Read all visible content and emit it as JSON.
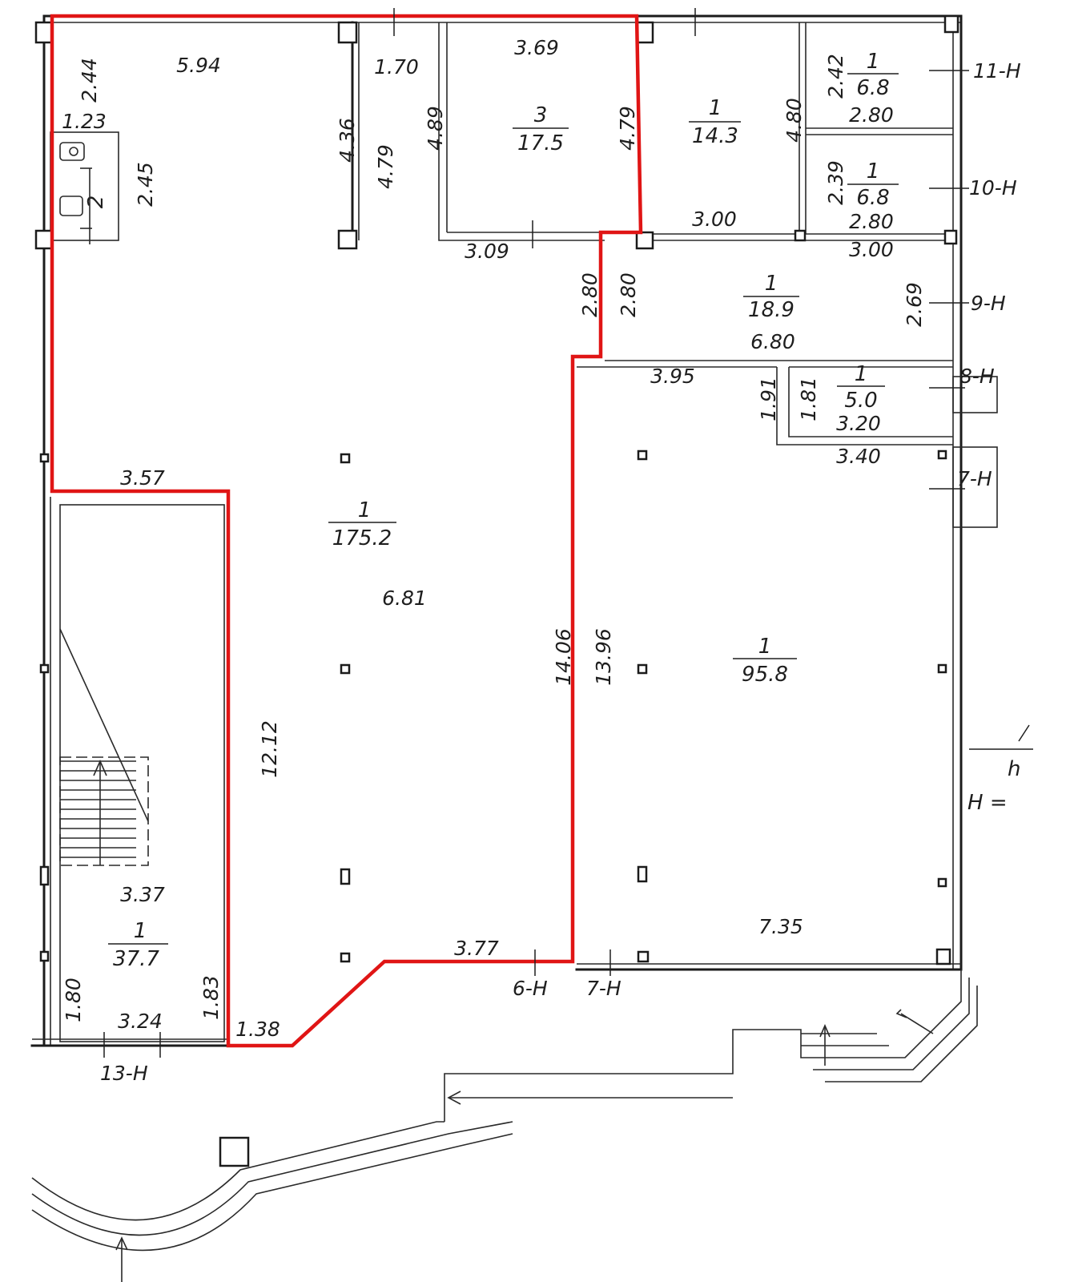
{
  "floor_plan": {
    "rooms": [
      {
        "id": "r175",
        "number": "1",
        "area": "175.2"
      },
      {
        "id": "r95",
        "number": "1",
        "area": "95.8"
      },
      {
        "id": "r37",
        "number": "1",
        "area": "37.7"
      },
      {
        "id": "r17",
        "number": "3",
        "area": "17.5"
      },
      {
        "id": "r14",
        "number": "1",
        "area": "14.3"
      },
      {
        "id": "r18",
        "number": "1",
        "area": "18.9"
      },
      {
        "id": "r68a",
        "number": "1",
        "area": "6.8"
      },
      {
        "id": "r68b",
        "number": "1",
        "area": "6.8"
      },
      {
        "id": "r50",
        "number": "1",
        "area": "5.0"
      },
      {
        "id": "rwc",
        "number": "2"
      }
    ],
    "dimensions": [
      "2.44",
      "5.94",
      "1.70",
      "3.69",
      "1.23",
      "2.45",
      "4.36",
      "4.79",
      "4.89",
      "4.79",
      "4.80",
      "2.42",
      "2.80",
      "2.39",
      "2.80",
      "3.00",
      "3.00",
      "3.09",
      "2.80",
      "2.80",
      "2.69",
      "6.80",
      "3.95",
      "1.91",
      "1.81",
      "3.20",
      "3.40",
      "3.57",
      "6.81",
      "14.06",
      "13.96",
      "12.12",
      "3.37",
      "7.35",
      "3.77",
      "1.80",
      "3.24",
      "1.83",
      "1.38"
    ],
    "openings": [
      "11-Н",
      "10-Н",
      "9-Н",
      "8-Н",
      "7-Н",
      "6-Н",
      "7-Н",
      "13-Н"
    ],
    "legend_fragment": {
      "top": "h",
      "bottom": "H ="
    },
    "highlight_color": "#e01515"
  }
}
